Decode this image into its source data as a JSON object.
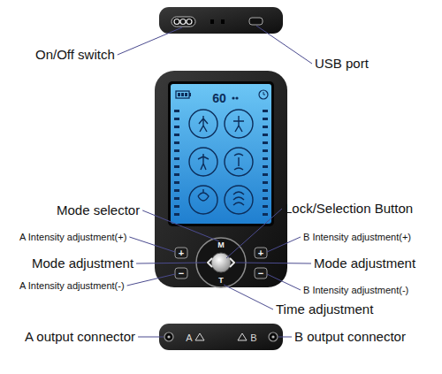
{
  "diagram": {
    "labels": [
      "On/Off switch",
      "USB port",
      "60",
      "Mode selector",
      "Lock/Selection Button",
      "M",
      "A Intensity adjustment(+)",
      "B Intensity adjustment(+)",
      "+",
      "+",
      "Mode adjustment",
      "Mode adjustment",
      "−",
      "−",
      "A Intensity adjustment(-)",
      "B Intensity adjustment(-)",
      "T",
      "Time adjustment",
      "A output connector",
      "A",
      "B",
      "B output connector"
    ]
  }
}
